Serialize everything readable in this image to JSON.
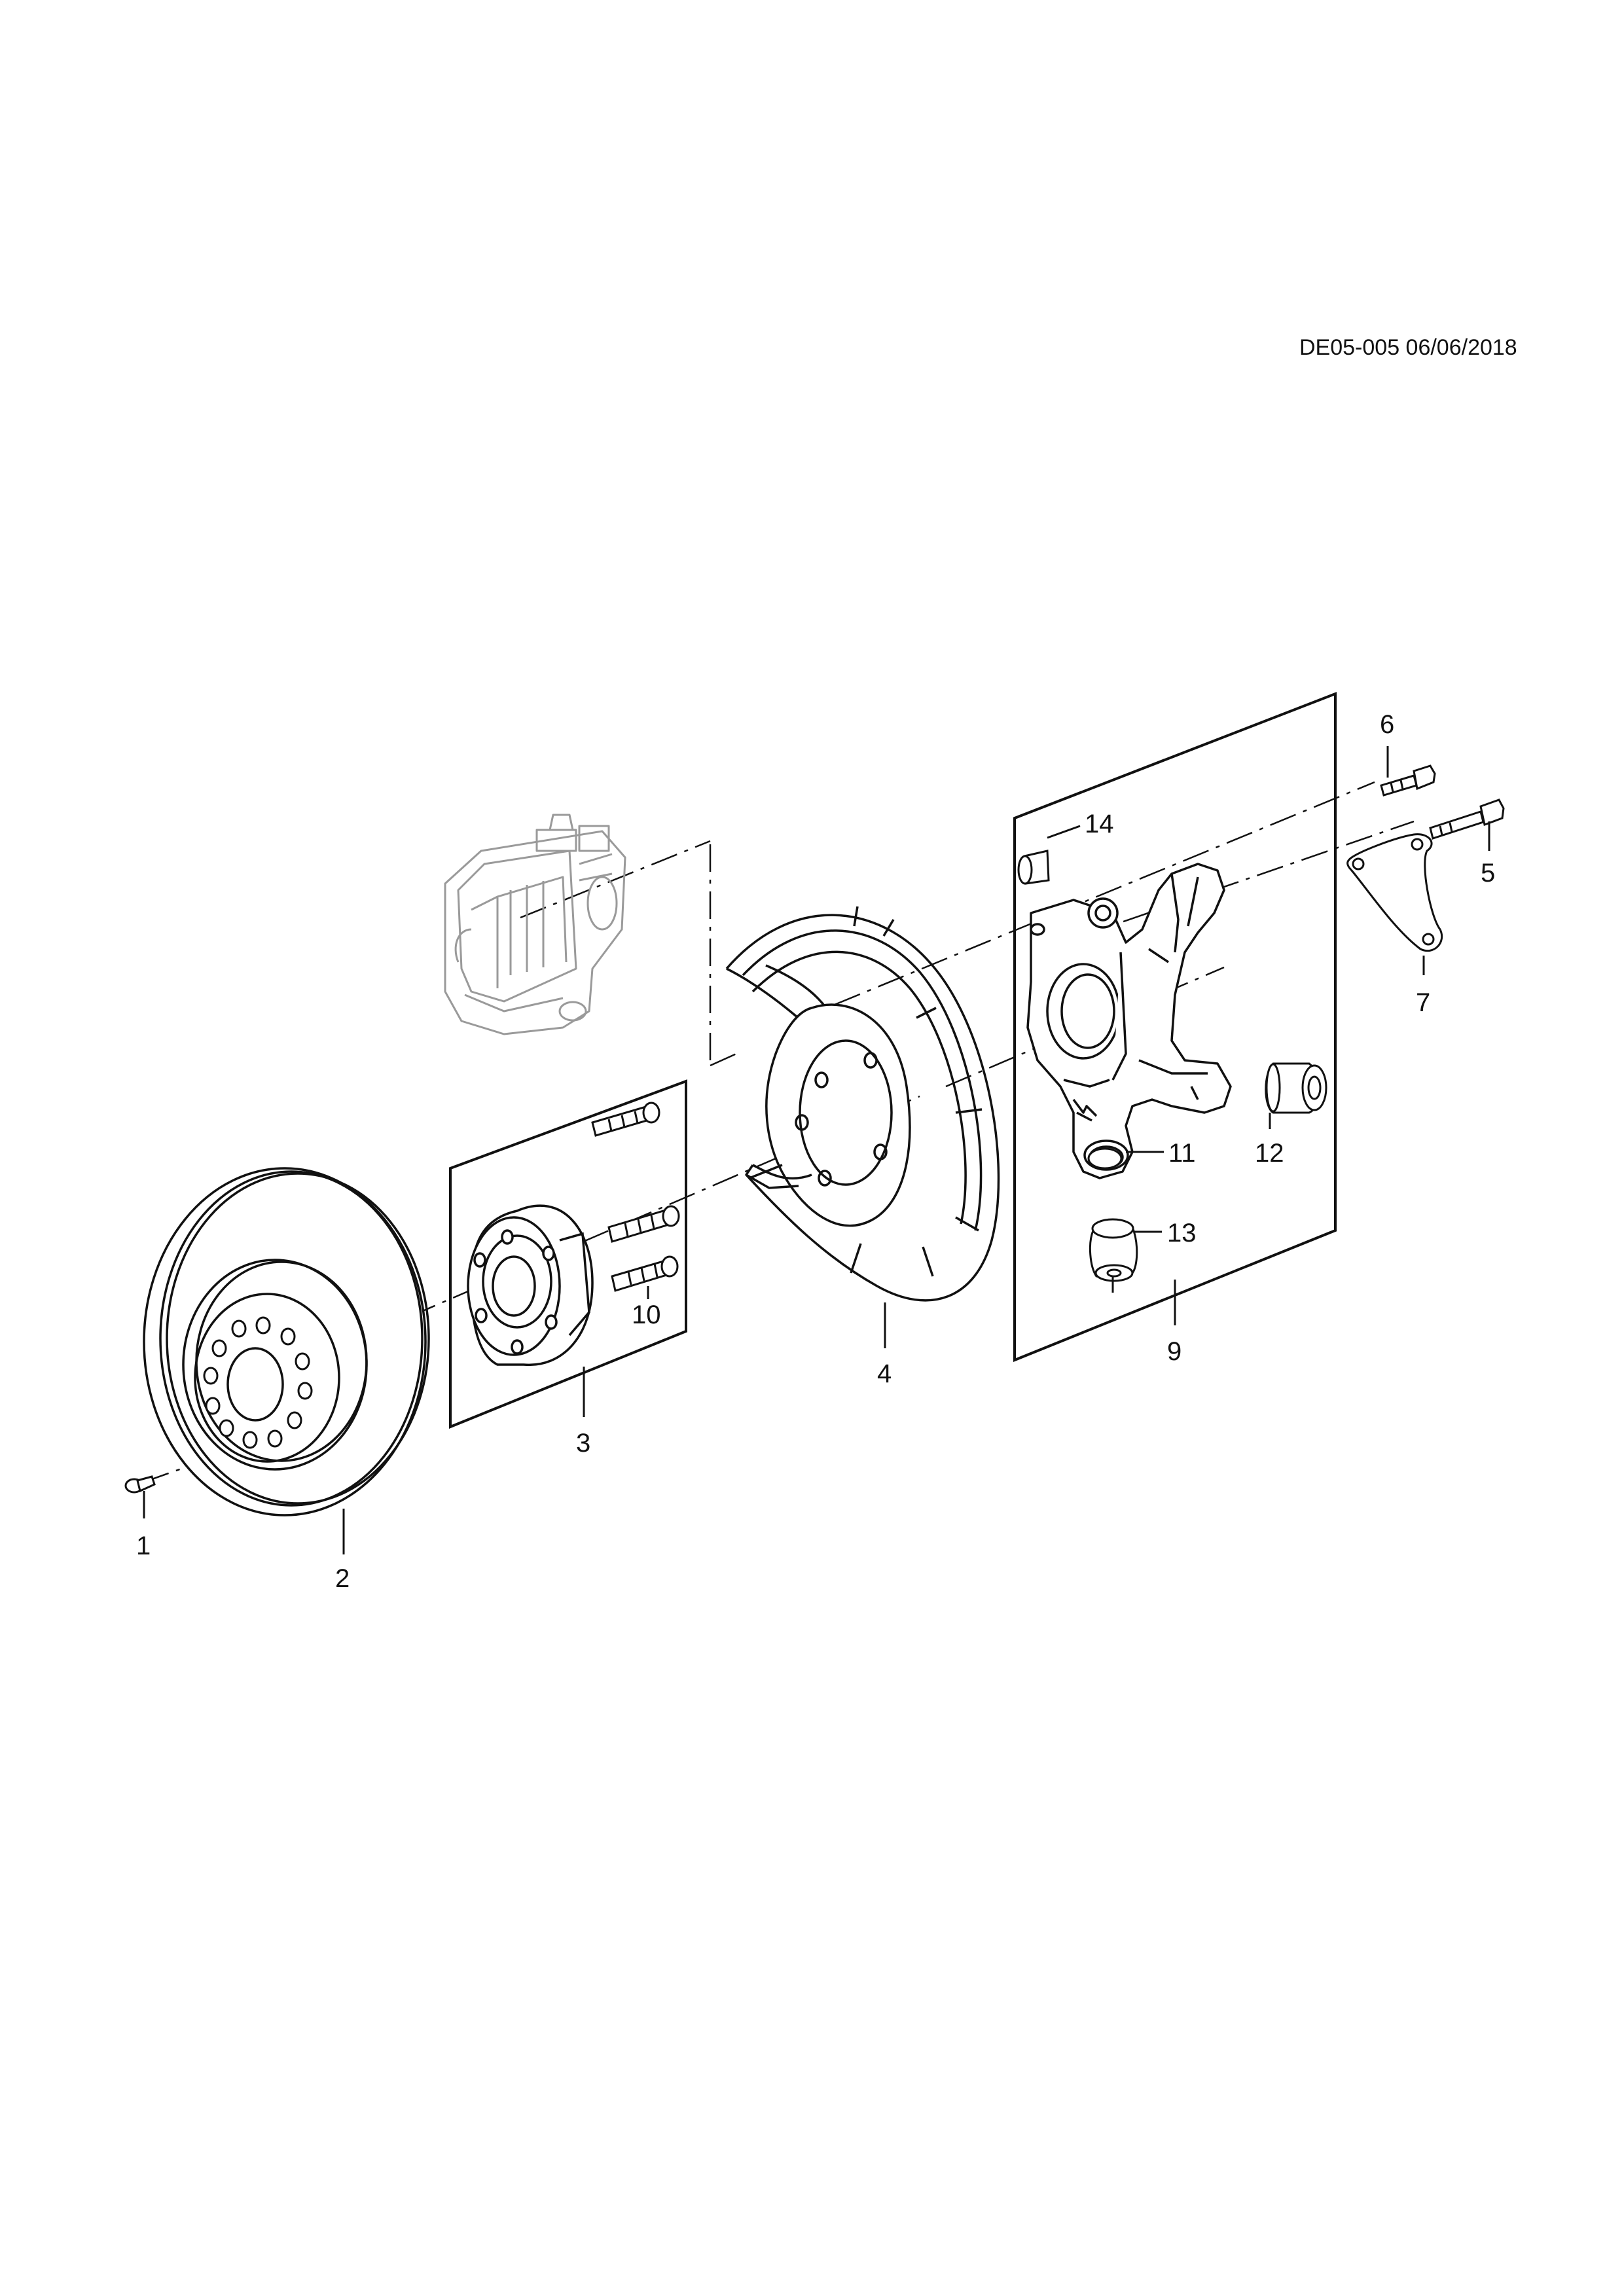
{
  "document_ref": "DE05-005 06/06/2018",
  "callouts": [
    "1",
    "2",
    "3",
    "4",
    "5",
    "6",
    "7",
    "9",
    "10",
    "11",
    "12",
    "13",
    "14"
  ],
  "colors": {
    "line": "#111111",
    "ghost": "#9a9a9a",
    "paper": "#ffffff"
  }
}
